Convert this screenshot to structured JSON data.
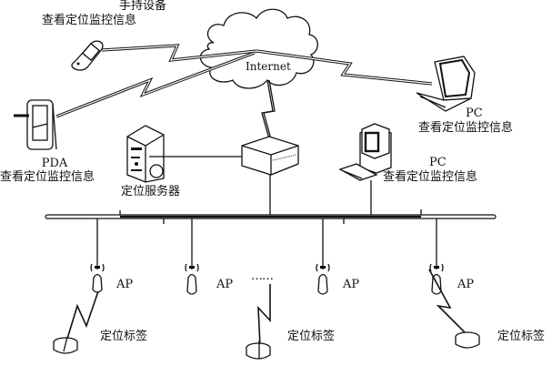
{
  "diagram": {
    "type": "network-topology",
    "nodes": {
      "handheld": {
        "name": "手持设备",
        "desc": "查看定位监控信息"
      },
      "pda": {
        "name": "PDA",
        "desc": "查看定位监控信息"
      },
      "laptop_pc": {
        "name": "PC",
        "desc": "查看定位监控信息"
      },
      "desktop_pc": {
        "name": "PC",
        "desc": "查看定位监控信息"
      },
      "internet": {
        "name": "Internet"
      },
      "server": {
        "name": "定位服务器"
      },
      "ellipsis": "……",
      "aps": [
        {
          "name": "AP"
        },
        {
          "name": "AP"
        },
        {
          "name": "AP"
        },
        {
          "name": "AP"
        }
      ],
      "tags": [
        {
          "name": "定位标签"
        },
        {
          "name": "定位标签"
        },
        {
          "name": "定位标签"
        }
      ]
    },
    "edges": [
      {
        "from": "handheld",
        "to": "internet",
        "type": "wireless"
      },
      {
        "from": "pda",
        "to": "internet",
        "type": "wireless"
      },
      {
        "from": "laptop_pc",
        "to": "internet",
        "type": "wireless"
      },
      {
        "from": "switch",
        "to": "internet",
        "type": "wireless"
      },
      {
        "from": "server",
        "to": "switch",
        "type": "wired"
      },
      {
        "from": "switch",
        "to": "bus",
        "type": "wired"
      },
      {
        "from": "desktop_pc",
        "to": "bus",
        "type": "wired"
      },
      {
        "from": "ap1",
        "to": "bus",
        "type": "wired"
      },
      {
        "from": "ap2",
        "to": "bus",
        "type": "wired"
      },
      {
        "from": "ap3",
        "to": "bus",
        "type": "wired"
      },
      {
        "from": "ap4",
        "to": "bus",
        "type": "wired"
      },
      {
        "from": "tag1",
        "to": "ap1",
        "type": "wireless"
      },
      {
        "from": "tag2",
        "to": "ellipsis-ap",
        "type": "wireless"
      },
      {
        "from": "tag3",
        "to": "ap4",
        "type": "wireless"
      }
    ]
  }
}
